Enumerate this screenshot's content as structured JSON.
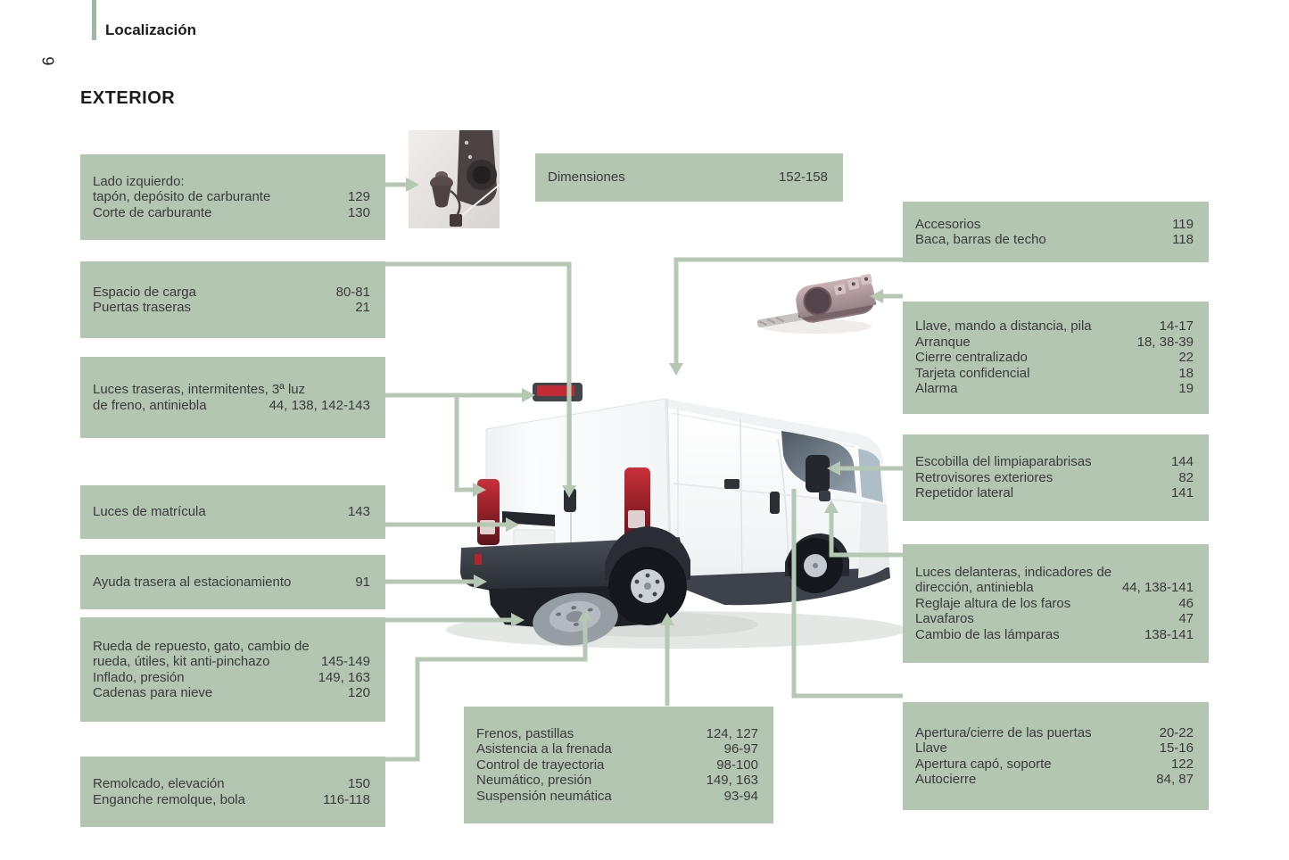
{
  "page": {
    "section_label": "Localización",
    "page_number": "6",
    "title": "EXTERIOR"
  },
  "colors": {
    "box_green": "#b2c6b1",
    "line_green": "#b5c8b4",
    "accent_bar_green": "#9fb89e",
    "text": "#3a3a3a",
    "tail_light_red": "#c0272f"
  },
  "boxes": {
    "lado_izquierdo": {
      "items": [
        {
          "label": "Lado izquierdo:",
          "pages": ""
        },
        {
          "label": "tapón, depósito de carburante",
          "pages": "129"
        },
        {
          "label": "Corte de carburante",
          "pages": "130"
        }
      ]
    },
    "dimensiones": {
      "items": [
        {
          "label": "Dimensiones",
          "pages": "152-158"
        }
      ]
    },
    "espacio_carga": {
      "items": [
        {
          "label": "Espacio de carga",
          "pages": "80-81"
        },
        {
          "label": "Puertas traseras",
          "pages": "21"
        }
      ]
    },
    "luces_traseras": {
      "items": [
        {
          "label": "Luces traseras, intermitentes, 3ª luz",
          "pages": ""
        },
        {
          "label": "de freno, antiniebla",
          "pages": "44, 138, 142-143"
        }
      ]
    },
    "luces_matricula": {
      "items": [
        {
          "label": "Luces de matrícula",
          "pages": "143"
        }
      ]
    },
    "ayuda_trasera": {
      "items": [
        {
          "label": "Ayuda trasera al estacionamiento",
          "pages": "91"
        }
      ]
    },
    "rueda_repuesto": {
      "items": [
        {
          "label": "Rueda de repuesto, gato, cambio de",
          "pages": ""
        },
        {
          "label": "rueda, útiles, kit anti-pinchazo",
          "pages": "145-149"
        },
        {
          "label": "Inflado, presión",
          "pages": "149, 163"
        },
        {
          "label": "Cadenas para nieve",
          "pages": "120"
        }
      ]
    },
    "remolcado": {
      "items": [
        {
          "label": "Remolcado, elevación",
          "pages": "150"
        },
        {
          "label": "Enganche remolque, bola",
          "pages": "116-118"
        }
      ]
    },
    "frenos": {
      "items": [
        {
          "label": "Frenos, pastillas",
          "pages": "124, 127"
        },
        {
          "label": "Asistencia a la frenada",
          "pages": "96-97"
        },
        {
          "label": "Control de trayectoria",
          "pages": "98-100"
        },
        {
          "label": "Neumático, presión",
          "pages": "149, 163"
        },
        {
          "label": "Suspensión neumática",
          "pages": "93-94"
        }
      ]
    },
    "accesorios": {
      "items": [
        {
          "label": "Accesorios",
          "pages": "119"
        },
        {
          "label": "Baca, barras de techo",
          "pages": "118"
        }
      ]
    },
    "llave": {
      "items": [
        {
          "label": "Llave, mando a distancia, pila",
          "pages": "14-17"
        },
        {
          "label": "Arranque",
          "pages": "18, 38-39"
        },
        {
          "label": "Cierre centralizado",
          "pages": "22"
        },
        {
          "label": "Tarjeta confidencial",
          "pages": "18"
        },
        {
          "label": "Alarma",
          "pages": "19"
        }
      ]
    },
    "escobilla": {
      "items": [
        {
          "label": "Escobilla del limpiaparabrisas",
          "pages": "144"
        },
        {
          "label": "Retrovisores exteriores",
          "pages": "82"
        },
        {
          "label": "Repetidor lateral",
          "pages": "141"
        }
      ]
    },
    "luces_delanteras": {
      "items": [
        {
          "label": "Luces delanteras, indicadores de",
          "pages": ""
        },
        {
          "label": "dirección, antiniebla",
          "pages": "44, 138-141"
        },
        {
          "label": "Reglaje altura de los faros",
          "pages": "46"
        },
        {
          "label": "Lavafaros",
          "pages": "47"
        },
        {
          "label": "Cambio de las lámparas",
          "pages": "138-141"
        }
      ]
    },
    "apertura": {
      "items": [
        {
          "label": "Apertura/cierre de las puertas",
          "pages": "20-22"
        },
        {
          "label": "Llave",
          "pages": "15-16"
        },
        {
          "label": "Apertura capó, soporte",
          "pages": "122"
        },
        {
          "label": "Autocierre",
          "pages": "84, 87"
        }
      ]
    }
  }
}
